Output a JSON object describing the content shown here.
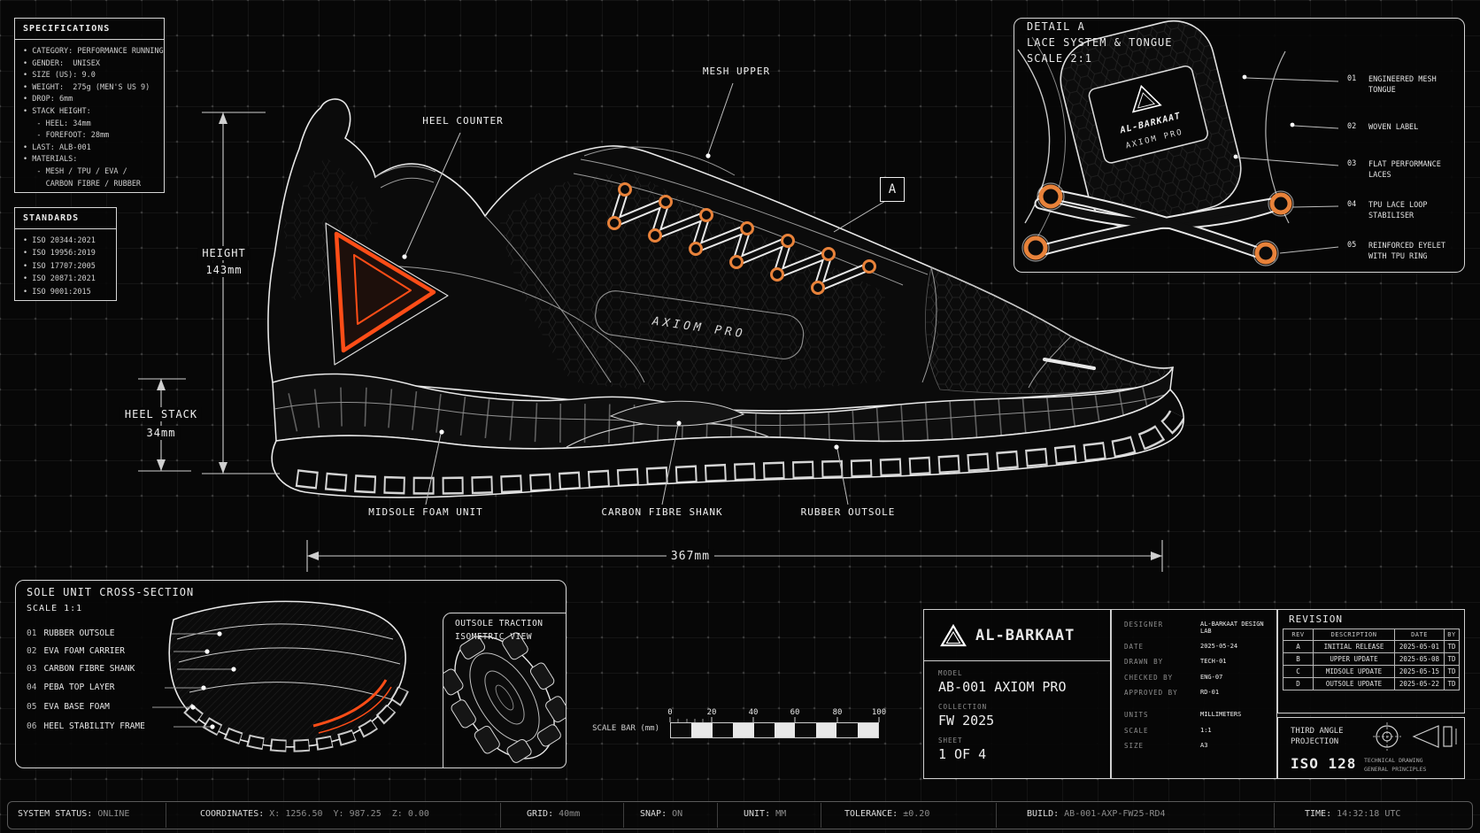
{
  "colors": {
    "accent": "#ff4d17",
    "eyelet": "#e8823a",
    "line": "#e8e8e8"
  },
  "specifications": {
    "title": "SPECIFICATIONS",
    "items": [
      "• CATEGORY: PERFORMANCE RUNNING",
      "• GENDER:  UNISEX",
      "• SIZE (US): 9.0",
      "• WEIGHT:  275g (MEN'S US 9)",
      "• DROP: 6mm",
      "• STACK HEIGHT:",
      "   - HEEL: 34mm",
      "   - FOREFOOT: 28mm",
      "• LAST: ALB-001",
      "• MATERIALS:",
      "   - MESH / TPU / EVA /",
      "     CARBON FIBRE / RUBBER"
    ]
  },
  "standards": {
    "title": "STANDARDS",
    "items": [
      "• ISO 20344:2021",
      "• ISO 19956:2019",
      "• ISO 17707:2005",
      "• ISO 20871:2021",
      "• ISO 9001:2015"
    ]
  },
  "main_view": {
    "side_label": "AXIOM PRO",
    "callout_mesh_upper": "MESH UPPER",
    "callout_heel_counter": "HEEL COUNTER",
    "callout_midsole": "MIDSOLE FOAM UNIT",
    "callout_shank": "CARBON FIBRE SHANK",
    "callout_outsole": "RUBBER OUTSOLE",
    "detail_marker": "A",
    "dim_height_label": "HEIGHT",
    "dim_height_value": "143mm",
    "dim_heel_stack_label": "HEEL STACK",
    "dim_heel_stack_value": "34mm",
    "dim_length_value": "367mm"
  },
  "detail_a": {
    "title": "DETAIL A",
    "subtitle": "LACE SYSTEM & TONGUE",
    "scale": "SCALE 2:1",
    "tongue_brand": "AL-BARKAAT",
    "tongue_model": "AXIOM PRO",
    "callouts": [
      {
        "num": "01",
        "label": "ENGINEERED MESH TONGUE"
      },
      {
        "num": "02",
        "label": "WOVEN LABEL"
      },
      {
        "num": "03",
        "label": "FLAT PERFORMANCE LACES"
      },
      {
        "num": "04",
        "label": "TPU LACE LOOP STABILISER"
      },
      {
        "num": "05",
        "label": "REINFORCED EYELET WITH TPU RING"
      }
    ]
  },
  "sole_section": {
    "title": "SOLE UNIT CROSS-SECTION",
    "scale": "SCALE 1:1",
    "items": [
      {
        "num": "01",
        "label": "RUBBER OUTSOLE"
      },
      {
        "num": "02",
        "label": "EVA FOAM CARRIER"
      },
      {
        "num": "03",
        "label": "CARBON FIBRE SHANK"
      },
      {
        "num": "04",
        "label": "PEBA TOP LAYER"
      },
      {
        "num": "05",
        "label": "EVA BASE FOAM"
      },
      {
        "num": "06",
        "label": "HEEL STABILITY FRAME"
      }
    ],
    "outsole_view_line1": "OUTSOLE TRACTION",
    "outsole_view_line2": "ISOMETRIC VIEW"
  },
  "scale_bar": {
    "label": "SCALE BAR (mm)",
    "ticks": [
      "0",
      "20",
      "40",
      "60",
      "80",
      "100"
    ]
  },
  "title_block": {
    "brand": "AL-BARKAAT",
    "model_label": "MODEL",
    "model": "AB-001 AXIOM PRO",
    "collection_label": "COLLECTION",
    "collection": "FW 2025",
    "sheet_label": "SHEET",
    "sheet": "1 OF 4",
    "meta": [
      {
        "label": "DESIGNER",
        "value": "AL-BARKAAT DESIGN LAB"
      },
      {
        "label": "DATE",
        "value": "2025-05-24"
      },
      {
        "label": "DRAWN BY",
        "value": "TECH-01"
      },
      {
        "label": "CHECKED BY",
        "value": "ENG-07"
      },
      {
        "label": "APPROVED BY",
        "value": "RD-01"
      },
      {
        "label": "UNITS",
        "value": "MILLIMETERS"
      },
      {
        "label": "SCALE",
        "value": "1:1"
      },
      {
        "label": "SIZE",
        "value": "A3"
      }
    ],
    "revision": {
      "title": "REVISION",
      "headers": [
        "REV",
        "DESCRIPTION",
        "DATE",
        "BY"
      ],
      "rows": [
        {
          "rev": "A",
          "desc": "INITIAL RELEASE",
          "date": "2025-05-01",
          "by": "TD"
        },
        {
          "rev": "B",
          "desc": "UPPER UPDATE",
          "date": "2025-05-08",
          "by": "TD"
        },
        {
          "rev": "C",
          "desc": "MIDSOLE UPDATE",
          "date": "2025-05-15",
          "by": "TD"
        },
        {
          "rev": "D",
          "desc": "OUTSOLE UPDATE",
          "date": "2025-05-22",
          "by": "TD"
        }
      ]
    },
    "projection": {
      "line1": "THIRD ANGLE",
      "line2": "PROJECTION",
      "iso": "ISO 128",
      "note1": "TECHNICAL DRAWING",
      "note2": "GENERAL PRINCIPLES"
    }
  },
  "status_bar": {
    "items": [
      {
        "label": "SYSTEM STATUS:",
        "value": "ONLINE"
      },
      {
        "label": "COORDINATES:",
        "value": "X: 1256.50  Y: 987.25  Z: 0.00"
      },
      {
        "label": "GRID:",
        "value": "40mm"
      },
      {
        "label": "SNAP:",
        "value": "ON"
      },
      {
        "label": "UNIT:",
        "value": "MM"
      },
      {
        "label": "TOLERANCE:",
        "value": "±0.20"
      },
      {
        "label": "BUILD:",
        "value": "AB-001-AXP-FW25-RD4"
      },
      {
        "label": "TIME:",
        "value": "14:32:18 UTC"
      }
    ]
  }
}
